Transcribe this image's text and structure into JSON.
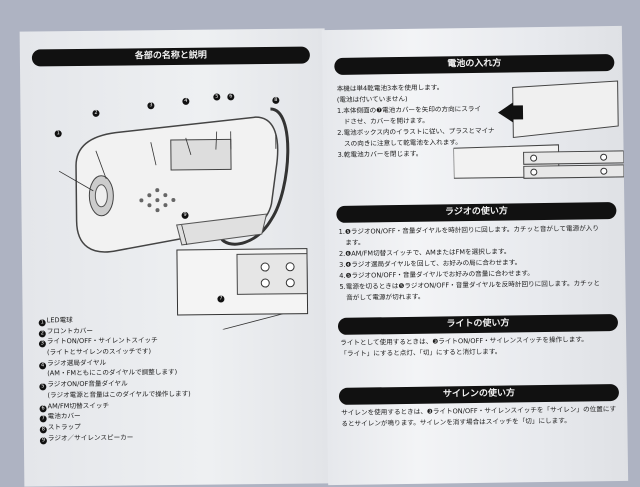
{
  "left_page": {
    "heading": "各部の名称と説明",
    "callouts": [
      "1",
      "2",
      "3",
      "4",
      "5",
      "6",
      "7",
      "8",
      "9"
    ],
    "parts": [
      {
        "n": "1",
        "label": "LED電球"
      },
      {
        "n": "2",
        "label": "フロントカバー"
      },
      {
        "n": "3",
        "label": "ライトON/OFF・サイレントスイッチ"
      },
      {
        "n": "",
        "label": "(ライトとサイレンのスイッチです)"
      },
      {
        "n": "4",
        "label": "ラジオ選局ダイヤル"
      },
      {
        "n": "",
        "label": "(AM・FMともにこのダイヤルで調整します)"
      },
      {
        "n": "5",
        "label": "ラジオON/OF音量ダイヤル"
      },
      {
        "n": "",
        "label": "(ラジオ電源と音量はこのダイヤルで操作します)"
      },
      {
        "n": "6",
        "label": "AM/FM切替スイッチ"
      },
      {
        "n": "7",
        "label": "電池カバー"
      },
      {
        "n": "8",
        "label": "ストラップ"
      },
      {
        "n": "9",
        "label": "ラジオ／サイレンスピーカー"
      }
    ]
  },
  "right_page": {
    "battery": {
      "heading": "電池の入れ方",
      "lines": [
        "本機は単4乾電池3本を使用します。",
        "(電池は付いていません)",
        "1.本体側面の❼電池カバーを矢印の方向にスライ",
        "　ドさせ、カバーを開けます。",
        "2.電池ボックス内のイラストに従い、プラスとマイナ",
        "　スの向きに注意して乾電池を入れます。",
        "3.乾電池カバーを閉じます。"
      ]
    },
    "radio": {
      "heading": "ラジオの使い方",
      "lines": [
        "1.❺ラジオON/OFF・音量ダイヤルを時計回りに回します。カチッと音がして電源が入り",
        "　ます。",
        "2.❻AM/FM切替スイッチで、AMまたはFMを選択します。",
        "3.❹ラジオ選局ダイヤルを回して、お好みの局に合わせます。",
        "4.❺ラジオON/OFF・音量ダイヤルでお好みの音量に合わせます。",
        "5.電源を切るときは❺ラジオON/OFF・音量ダイヤルを反時計回りに回します。カチッと",
        "　音がして電源が切れます。"
      ]
    },
    "light": {
      "heading": "ライトの使い方",
      "lines": [
        "ライトとして使用するときは、❸ライトON/OFF・サイレンスイッチを操作します。",
        "「ライト」にすると点灯、「切」にすると消灯します。"
      ]
    },
    "siren": {
      "heading": "サイレンの使い方",
      "lines": [
        "サイレンを使用するときは、❸ライトON/OFF・サイレンスイッチを「サイレン」の位置にす",
        "るとサイレンが鳴ります。サイレンを消す場合はスイッチを「切」にします。"
      ]
    }
  }
}
